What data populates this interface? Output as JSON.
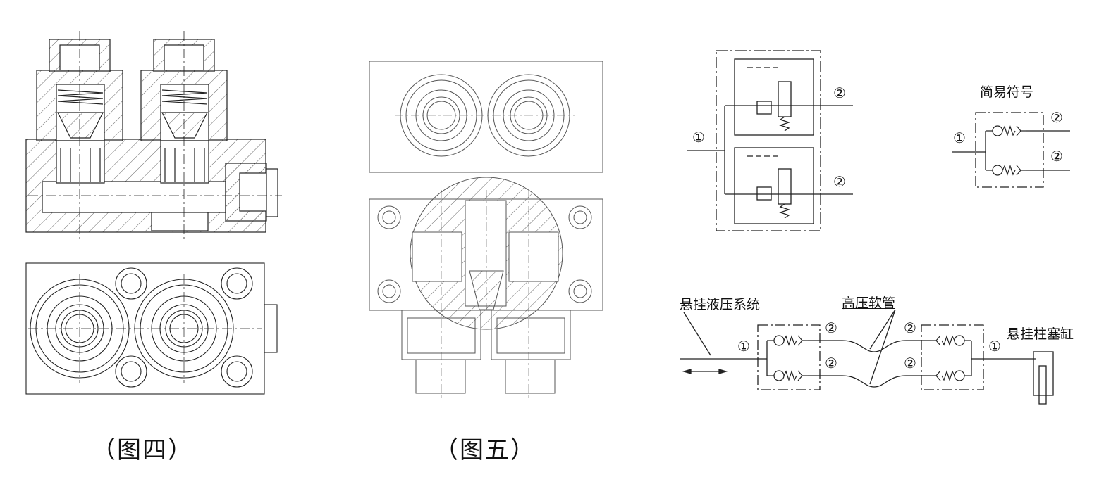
{
  "captions": {
    "fig4": "（图四）",
    "fig5": "（图五）"
  },
  "schematic": {
    "port1": "①",
    "port2_top": "②",
    "port2_bottom": "②"
  },
  "simple_symbol": {
    "title": "简易符号",
    "port1": "①",
    "port2_top": "②",
    "port2_bottom": "②"
  },
  "system": {
    "label_left": "悬挂液压系统",
    "label_hose": "高压软管",
    "label_right": "悬挂柱塞缸",
    "left_port1": "①",
    "left_port2_top": "②",
    "left_port2_bottom": "②",
    "right_port2_top": "②",
    "right_port2_bottom": "②",
    "right_port1": "①"
  },
  "colors": {
    "line": "#222222",
    "hatch": "#555555",
    "background": "#ffffff"
  }
}
